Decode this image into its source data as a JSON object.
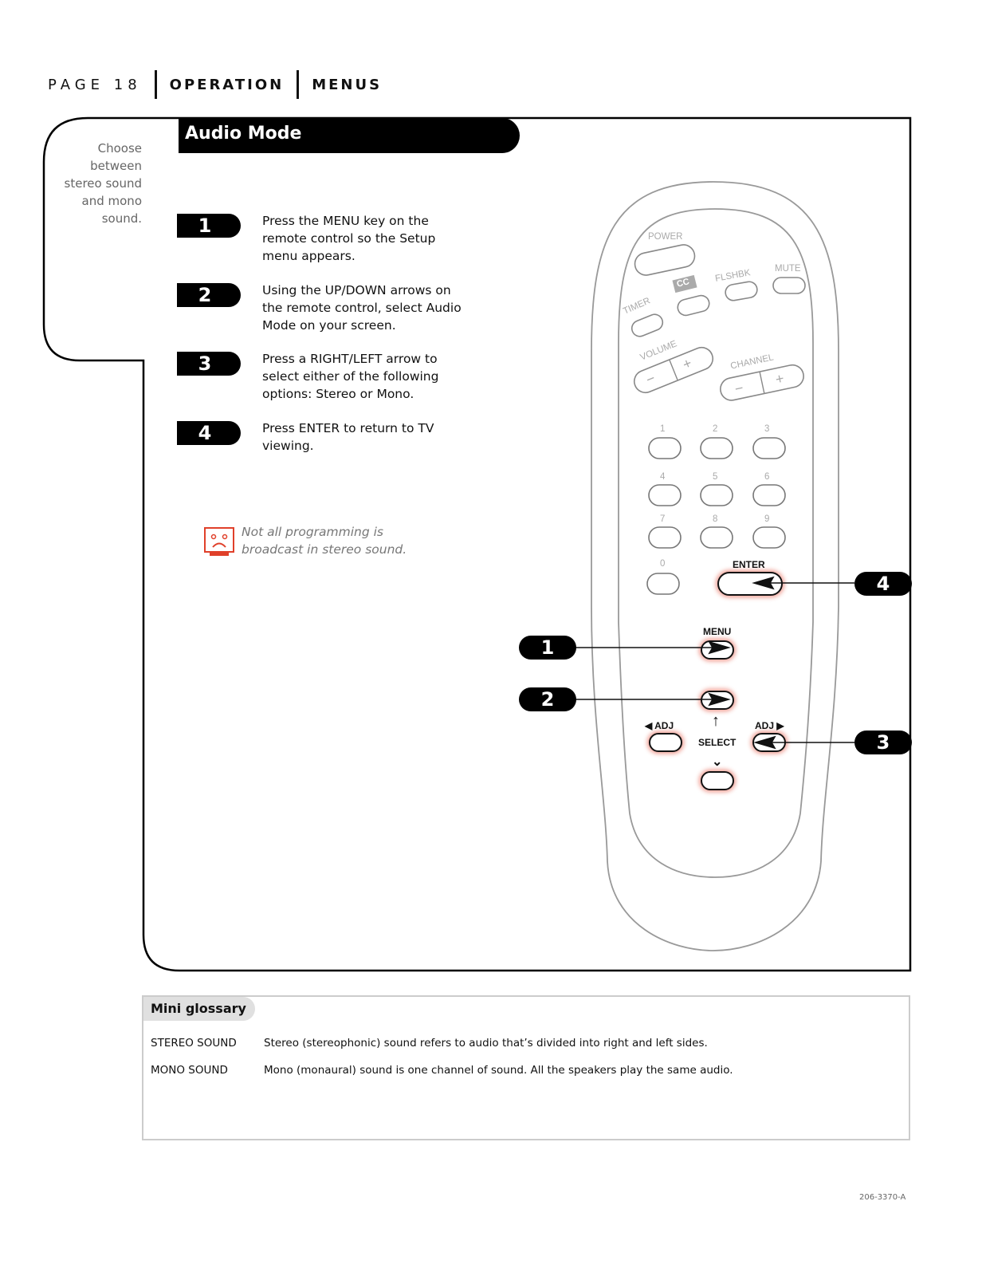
{
  "header": {
    "page": "PAGE 18",
    "section": "OPERATION",
    "subsection": "MENUS"
  },
  "side_note": [
    "Choose",
    "between",
    "stereo sound",
    "and mono",
    "sound."
  ],
  "title": "Audio Mode",
  "steps": [
    {
      "number": "1",
      "text": "Press the MENU key on the remote control so the Setup menu appears."
    },
    {
      "number": "2",
      "text": "Using the UP/DOWN arrows on the remote control, select Audio Mode on your screen."
    },
    {
      "number": "3",
      "text": "Press a RIGHT/LEFT arrow to select either of the following options: Stereo or Mono."
    },
    {
      "number": "4",
      "text": "Press ENTER to return to TV viewing."
    }
  ],
  "note": {
    "icon": "sad-tv-icon",
    "text": "Not all programming is broadcast in stereo sound."
  },
  "remote": {
    "labels": {
      "power": "POWER",
      "cc": "CC",
      "flshbk": "FLSHBK",
      "mute": "MUTE",
      "timer": "TIMER",
      "volume": "VOLUME",
      "channel": "CHANNEL",
      "minus": "−",
      "plus": "+",
      "enter": "ENTER",
      "menu": "MENU",
      "adj_left": "◀ ADJ",
      "adj_right": "ADJ ▶",
      "select": "SELECT",
      "up_arrow": "↑",
      "down_arrow": "⌄"
    },
    "digits": [
      "1",
      "2",
      "3",
      "4",
      "5",
      "6",
      "7",
      "8",
      "9",
      "0"
    ],
    "callouts": [
      "1",
      "2",
      "3",
      "4"
    ],
    "highlight_color": "#e0402a"
  },
  "glossary": {
    "title": "Mini glossary",
    "entries": [
      {
        "term": "STEREO SOUND",
        "definition": "Stereo (stereophonic) sound refers to audio that’s divided into right and left sides."
      },
      {
        "term": "MONO SOUND",
        "definition": "Mono (monaural) sound is one channel of sound. All the speakers play the same audio."
      }
    ]
  },
  "doc_number": "206-3370-A"
}
